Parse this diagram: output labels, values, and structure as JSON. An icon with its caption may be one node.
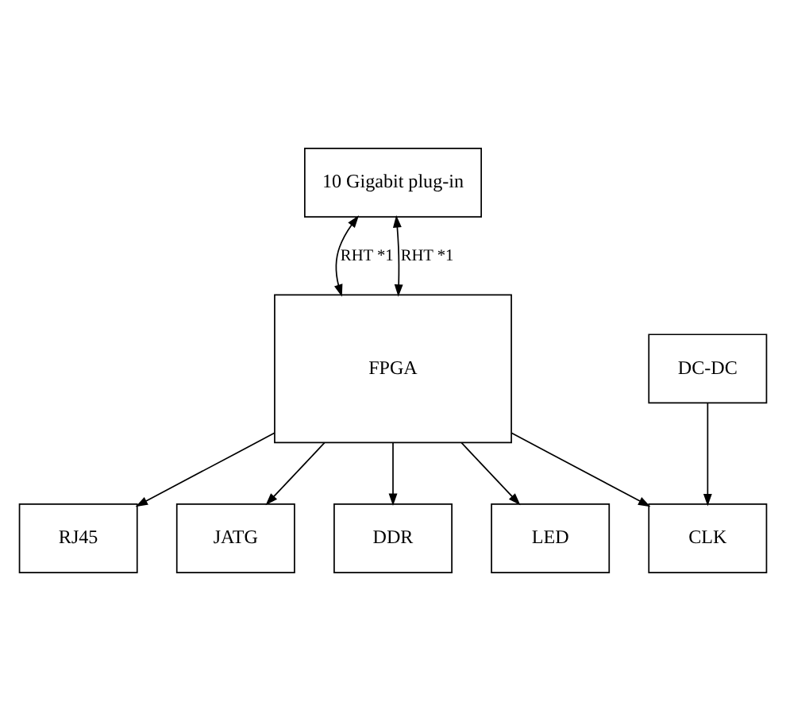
{
  "diagram": {
    "nodes": [
      {
        "text": [
          "10 Gigabit plug-in"
        ]
      },
      {
        "text": [
          "RJ45"
        ]
      },
      {
        "text": [
          "DDR"
        ]
      },
      {
        "text": [
          "FPGA"
        ]
      },
      {
        "text": [
          "LED"
        ]
      },
      {
        "text": [
          "CLK"
        ]
      },
      {
        "text": [
          "JATG"
        ]
      },
      {
        "text": [
          "DC-DC"
        ]
      }
    ],
    "edges": [
      {
        "from": 0,
        "to": 3,
        "arrow": "both",
        "label": "RHT *1"
      },
      {
        "from": 0,
        "to": 3,
        "arrow": "both",
        "label": "RHT *1"
      },
      {
        "from": 3,
        "to": 1,
        "arrow": "to"
      },
      {
        "from": 3,
        "to": 2,
        "arrow": "to"
      },
      {
        "from": 3,
        "to": 4,
        "arrow": "to"
      },
      {
        "from": 3,
        "to": 5,
        "arrow": "to"
      },
      {
        "from": 3,
        "to": 6,
        "arrow": "to"
      },
      {
        "from": 7,
        "to": 5,
        "arrow": "to"
      }
    ]
  }
}
